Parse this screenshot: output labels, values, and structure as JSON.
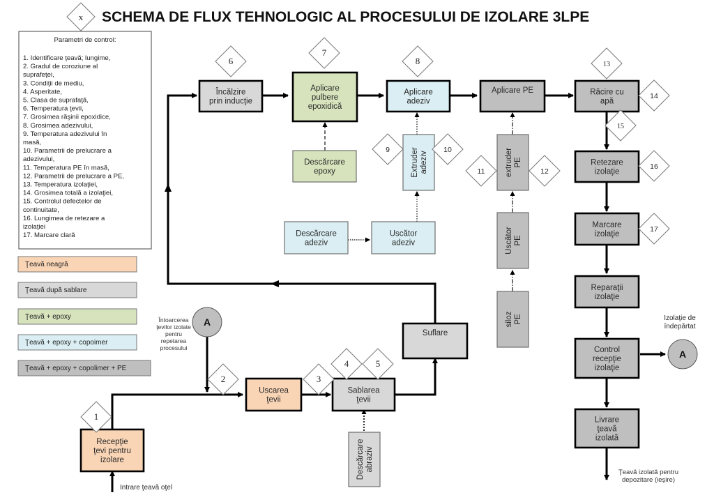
{
  "title": "SCHEMA DE FLUX TEHNOLOGIC AL PROCESULUI DE IZOLARE 3LPE",
  "title_marker": "x",
  "colors": {
    "black_pipe": "#f9d5b6",
    "after_blast": "#d8d8d8",
    "epoxy": "#d6e3bc",
    "copolymer": "#daeef3",
    "pe": "#bfbfbf",
    "line": "#000000",
    "aux_border": "#7a7a7a"
  },
  "params": {
    "heading": "Parametri de control:",
    "lines": [
      "1. Identificare ţeavă; lungime,",
      "2. Gradul de coroziune al",
      "suprafeţei,",
      "3. Condiţii de mediu,",
      "4. Asperitate,",
      "5. Clasa de suprafaţă,",
      "6. Temperatura ţevii,",
      "7. Grosimea răşinii epoxidice,",
      "8. Grosimea adezivului,",
      "9. Temperatura adezivului în",
      "masă,",
      "10. Parametrii de prelucrare a",
      "adezivului,",
      "11. Temperatura PE în masă,",
      "12. Parametrii de prelucrare a PE,",
      "13. Temperatura izolaţiei,",
      "14. Grosimea totală a izolaţiei,",
      "15. Controlul defectelor de",
      "continuitate,",
      "16. Lungimea de retezare a",
      "izolaţiei",
      "17. Marcare clară"
    ]
  },
  "legend": [
    {
      "label": "Ţeavă neagră",
      "color_key": "black_pipe"
    },
    {
      "label": "Ţeavă după sablare",
      "color_key": "after_blast"
    },
    {
      "label": "Ţeavă + epoxy",
      "color_key": "epoxy"
    },
    {
      "label": "Ţeavă + epoxy + copoimer",
      "color_key": "copolymer"
    },
    {
      "label": "Ţeavă + epoxy + copolimer + PE",
      "color_key": "pe"
    }
  ],
  "boxes": {
    "receptie": {
      "lines": [
        "Recepţie",
        "ţevi pentru",
        "izolare"
      ],
      "color_key": "black_pipe"
    },
    "uscarea": {
      "lines": [
        "Uscarea",
        "ţevii"
      ],
      "color_key": "black_pipe"
    },
    "sablarea": {
      "lines": [
        "Sablarea",
        "ţevii"
      ],
      "color_key": "after_blast"
    },
    "suflare": {
      "lines": [
        "Suflare"
      ],
      "color_key": "after_blast"
    },
    "incalzire": {
      "lines": [
        "Încălzire",
        "prin inducţie"
      ],
      "color_key": "after_blast"
    },
    "aplicare_epoxy": {
      "lines": [
        "Aplicare",
        "pulbere",
        "epoxidică"
      ],
      "color_key": "epoxy"
    },
    "aplicare_adeziv": {
      "lines": [
        "Aplicare",
        "adeziv"
      ],
      "color_key": "copolymer"
    },
    "aplicare_pe": {
      "lines": [
        "Aplicare PE"
      ],
      "color_key": "pe"
    },
    "racire": {
      "lines": [
        "Răcire cu",
        "apă"
      ],
      "color_key": "pe"
    },
    "retezare": {
      "lines": [
        "Retezare",
        "izolaţie"
      ],
      "color_key": "pe"
    },
    "marcare": {
      "lines": [
        "Marcare",
        "izolaţie"
      ],
      "color_key": "pe"
    },
    "reparatii": {
      "lines": [
        "Reparaţii",
        "izolaţie"
      ],
      "color_key": "pe"
    },
    "control": {
      "lines": [
        "Control",
        "recepţie",
        "izolaţie"
      ],
      "color_key": "pe"
    },
    "livrare": {
      "lines": [
        "Livrare",
        "ţeavă",
        "izolată"
      ],
      "color_key": "pe"
    }
  },
  "aux_boxes": {
    "descarcare_epoxy": {
      "lines": [
        "Descărcare",
        "epoxy"
      ],
      "color_key": "epoxy"
    },
    "extruder_adeziv": {
      "lines": [
        "Extruder",
        "adeziv"
      ],
      "color_key": "copolymer",
      "vertical": true
    },
    "descarcare_adeziv": {
      "lines": [
        "Descărcare",
        "adeziv"
      ],
      "color_key": "copolymer"
    },
    "uscator_adeziv": {
      "lines": [
        "Uscător",
        "adeziv"
      ],
      "color_key": "copolymer"
    },
    "extruder_pe": {
      "lines": [
        "extruder",
        "PE"
      ],
      "color_key": "pe",
      "vertical": true
    },
    "uscator_pe": {
      "lines": [
        "Uscător",
        "PE"
      ],
      "color_key": "pe",
      "vertical": true
    },
    "siloz_pe": {
      "lines": [
        "siloz",
        "PE"
      ],
      "color_key": "pe",
      "vertical": true
    },
    "descarcare_abraziv": {
      "lines": [
        "Descărcare",
        "abraziv"
      ],
      "color_key": "after_blast",
      "vertical": true
    }
  },
  "markers": [
    "1",
    "2",
    "3",
    "4",
    "5",
    "6",
    "7",
    "8",
    "9",
    "10",
    "11",
    "12",
    "13",
    "14",
    "15",
    "16",
    "17"
  ],
  "connector": "A",
  "notes": {
    "return": [
      "Întoarcerea",
      "ţevilor izolate",
      "pentru",
      "repetarea",
      "procesului"
    ],
    "remove": [
      "Izolaţie de",
      "îndepărtat"
    ],
    "input": "Intrare ţeavă oţel",
    "output": [
      "Ţeavă izolată pentru",
      "depozitare (ieşire)"
    ]
  }
}
